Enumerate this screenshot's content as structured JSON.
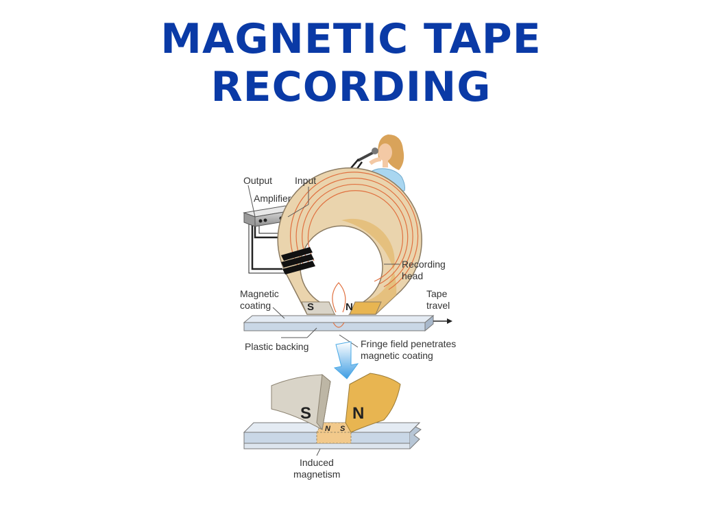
{
  "slide": {
    "title_line1": "MAGNETIC TAPE",
    "title_line2": "RECORDING",
    "title_color": "#0a3aa6"
  },
  "diagram": {
    "labels": {
      "output": "Output",
      "input": "Input",
      "amplifier": "Amplifier",
      "recording_head_1": "Recording",
      "recording_head_2": "head",
      "magnetic_coating_1": "Magnetic",
      "magnetic_coating_2": "coating",
      "tape_travel_1": "Tape",
      "tape_travel_2": "travel",
      "plastic_backing": "Plastic backing",
      "fringe_field_1": "Fringe field penetrates",
      "fringe_field_2": "magnetic coating",
      "induced_1": "Induced",
      "induced_2": "magnetism"
    },
    "poles": {
      "head_s": "S",
      "head_n": "N",
      "detail_s": "S",
      "detail_n": "N",
      "tape_n": "N",
      "tape_s": "S"
    },
    "colors": {
      "core_fill": "#e9c997",
      "core_stripe": "#e0703f",
      "pole_s": "#d9d4c8",
      "pole_n": "#e8b551",
      "tape_fill": "#c9d7e6",
      "arrow": "#49a9e6"
    }
  }
}
